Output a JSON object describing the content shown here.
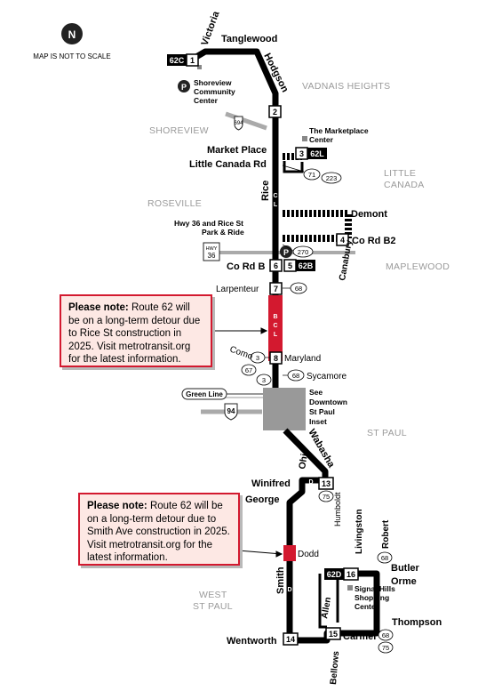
{
  "map_notice": "MAP IS NOT TO SCALE",
  "north_label": "N",
  "cities": {
    "vadnais_heights": "VADNAIS HEIGHTS",
    "shoreview": "SHOREVIEW",
    "little_canada_1": "LITTLE",
    "little_canada_2": "CANADA",
    "roseville": "ROSEVILLE",
    "maplewood": "MAPLEWOOD",
    "st_paul": "ST PAUL",
    "west_st_paul_1": "WEST",
    "west_st_paul_2": "ST PAUL"
  },
  "streets": {
    "victoria": "Victoria",
    "tanglewood": "Tanglewood",
    "hodgson": "Hodgson",
    "market_place": "Market Place",
    "little_canada_rd": "Little Canada Rd",
    "rice": "Rice",
    "demont": "Demont",
    "co_rd_b2": "Co Rd B2",
    "canabury": "Canabury",
    "co_rd_b": "Co Rd B",
    "larpenteur": "Larpenteur",
    "maryland": "Maryland",
    "como": "Como",
    "sycamore": "Sycamore",
    "wabasha": "Wabasha",
    "ohio": "Ohio",
    "winifred": "Winifred",
    "george": "George",
    "humboldt": "Humboldt",
    "livingston": "Livingston",
    "robert": "Robert",
    "dodd": "Dodd",
    "butler": "Butler",
    "orme": "Orme",
    "smith": "Smith",
    "allen": "Allen",
    "thompson": "Thompson",
    "carmel": "Carmel",
    "wentworth": "Wentworth",
    "bellows": "Bellows",
    "green_line": "Green Line"
  },
  "places": {
    "shoreview_cc_1": "Shoreview",
    "shoreview_cc_2": "Community",
    "shoreview_cc_3": "Center",
    "marketplace_center_1": "The Marketplace",
    "marketplace_center_2": "Center",
    "park_ride_1": "Hwy 36 and Rice St",
    "park_ride_2": "Park & Ride",
    "downtown_1": "See",
    "downtown_2": "Downtown",
    "downtown_3": "St Paul",
    "downtown_4": "Inset",
    "signal_hills_1": "Signal Hills",
    "signal_hills_2": "Shopping",
    "signal_hills_3": "Center"
  },
  "timepoints": [
    "1",
    "2",
    "3",
    "4",
    "5",
    "6",
    "7",
    "8",
    "13",
    "14",
    "15",
    "16"
  ],
  "branches": {
    "b62c": "62C",
    "b62l": "62L",
    "b62b": "62B",
    "b62d": "62D",
    "mini_c": "C",
    "mini_l": "L",
    "mini_b": "B",
    "mini_d": "D"
  },
  "routes": {
    "r694": "694",
    "r71": "71",
    "r223": "223",
    "r270": "270",
    "hwy36_top": "HWY",
    "hwy36_num": "36",
    "r68": "68",
    "r3": "3",
    "r67": "67",
    "r94": "94",
    "r75": "75",
    "park_p": "P"
  },
  "notes": [
    {
      "label": "Please note:",
      "text": "Route 62 will be on a long-term detour due to Rice St construction in 2025. Visit metrotransit.org for the latest information."
    },
    {
      "label": "Please note:",
      "text": "Route 62 will be on a long-term detour due to Smith Ave construction in 2025. Visit metrotransit.org for the latest information."
    }
  ],
  "colors": {
    "route": "#000000",
    "detour_highlight": "#d3192f",
    "note_fill": "#fde8e4",
    "city_text": "#9a9a9a",
    "downtown_gray": "#999999"
  }
}
